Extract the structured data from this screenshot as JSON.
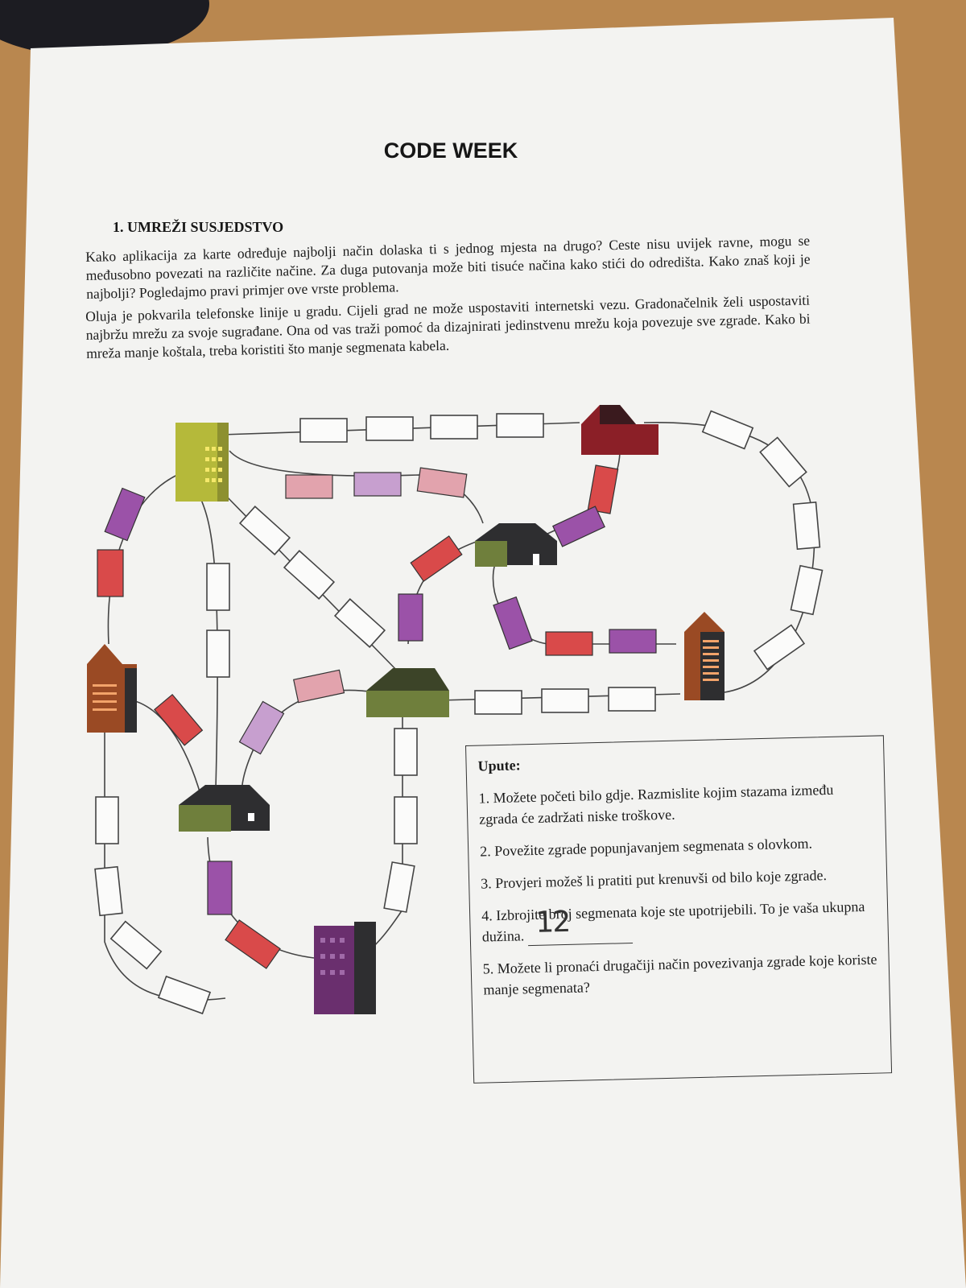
{
  "document": {
    "title": "CODE WEEK",
    "section_heading": "1.  UMREŽI SUSJEDSTVO",
    "paragraph_1": "Kako aplikacija za karte određuje najbolji način dolaska ti s jednog mjesta na drugo? Ceste nisu uvijek ravne, mogu se međusobno povezati na različite načine. Za duga putovanja može biti tisuće načina kako stići do odredišta. Kako znaš koji je najbolji? Pogledajmo pravi primjer ove vrste problema.",
    "paragraph_2": "Oluja je pokvarila telefonske linije u gradu. Cijeli grad ne može uspostaviti internetski vezu. Gradonačelnik želi uspostaviti najbržu mrežu za svoje sugrađane. Ona od vas traži pomoć da dizajnirati jedinstvenu mrežu koja povezuje sve zgrade. Kako bi mreža manje koštala, treba koristiti što manje segmenata kabela."
  },
  "instructions": {
    "heading": "Upute:",
    "items": [
      "1. Možete početi bilo gdje. Razmislite kojim stazama između zgrada će zadržati niske troškove.",
      "2. Povežite zgrade popunjavanjem segmenata s olovkom.",
      "3. Provjeri možeš li pratiti put krenuvši od bilo koje zgrade.",
      "4. Izbrojite broj segmenata koje ste upotrijebili. To je vaša ukupna dužina.",
      "5. Možete li pronaći drugačiji način povezivanja zgrade koje koriste manje segmenata?"
    ],
    "handwritten_answer": "12"
  },
  "colors": {
    "paper": "#f3f3f1",
    "desk": "#b9874f",
    "crayon_red": "#d94a4a",
    "crayon_purple": "#9b52a8",
    "crayon_pink": "#e2a3ad",
    "crayon_lilac": "#c79fcf",
    "house_olive": "#b5b93a",
    "house_dark_red": "#8b1f27",
    "house_brown": "#9a4a24",
    "house_dark": "#2e2e30",
    "house_green": "#6f7f3c",
    "house_purple": "#6a2f6e"
  }
}
